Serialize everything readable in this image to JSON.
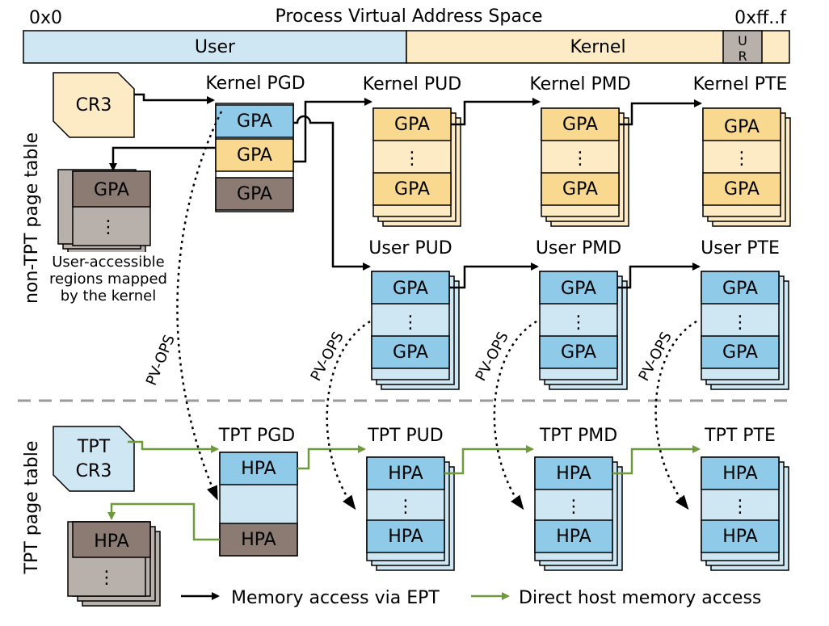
{
  "address_space": {
    "title": "Process Virtual Address Space",
    "start_label": "0x0",
    "end_label": "0xff..f",
    "user_label": "User",
    "kernel_label": "Kernel",
    "u_label": "U",
    "r_label": "R"
  },
  "rows": {
    "non_tpt_label": "non-TPT page table",
    "tpt_label": "TPT page table"
  },
  "cr3": {
    "label": "CR3"
  },
  "tpt_cr3": {
    "line1": "TPT",
    "line2": "CR3"
  },
  "kernel_tables": {
    "pgd": {
      "title": "Kernel PGD",
      "entries": [
        "GPA",
        "GPA",
        "GPA"
      ]
    },
    "pud": {
      "title": "Kernel PUD",
      "top": "GPA",
      "dots": "⋮",
      "bottom": "GPA"
    },
    "pmd": {
      "title": "Kernel PMD",
      "top": "GPA",
      "dots": "⋮",
      "bottom": "GPA"
    },
    "pte": {
      "title": "Kernel PTE",
      "top": "GPA",
      "dots": "⋮",
      "bottom": "GPA"
    }
  },
  "user_tables": {
    "pud": {
      "title": "User PUD",
      "top": "GPA",
      "dots": "⋮",
      "bottom": "GPA"
    },
    "pmd": {
      "title": "User PMD",
      "top": "GPA",
      "dots": "⋮",
      "bottom": "GPA"
    },
    "pte": {
      "title": "User PTE",
      "top": "GPA",
      "dots": "⋮",
      "bottom": "GPA"
    }
  },
  "user_regions": {
    "top": "GPA",
    "dots": "⋮",
    "caption_line1": "User-accessible",
    "caption_line2": "regions mapped",
    "caption_line3": "by the kernel"
  },
  "tpt_tables": {
    "pgd": {
      "title": "TPT PGD",
      "top": "HPA",
      "bottom": "HPA"
    },
    "pud": {
      "title": "TPT PUD",
      "top": "HPA",
      "dots": "⋮",
      "bottom": "HPA"
    },
    "pmd": {
      "title": "TPT PMD",
      "top": "HPA",
      "dots": "⋮",
      "bottom": "HPA"
    },
    "pte": {
      "title": "TPT PTE",
      "top": "HPA",
      "dots": "⋮",
      "bottom": "HPA"
    }
  },
  "tpt_regions": {
    "top": "HPA",
    "dots": "⋮"
  },
  "pv_ops": {
    "l1": "PV-OPS",
    "l2": "PV-OPS",
    "l3": "PV-OPS",
    "l4": "PV-OPS"
  },
  "legend": {
    "ept_label": "Memory access via EPT",
    "direct_label": "Direct host memory access"
  },
  "colors": {
    "user_fill": "#cfe6f3",
    "user_entry": "#8fcbe8",
    "kernel_fill": "#fdebc5",
    "kernel_entry": "#f9d98f",
    "gray_fill": "#b8b0aa",
    "gray_entry": "#8c7b73",
    "green": "#6f9a3a"
  }
}
